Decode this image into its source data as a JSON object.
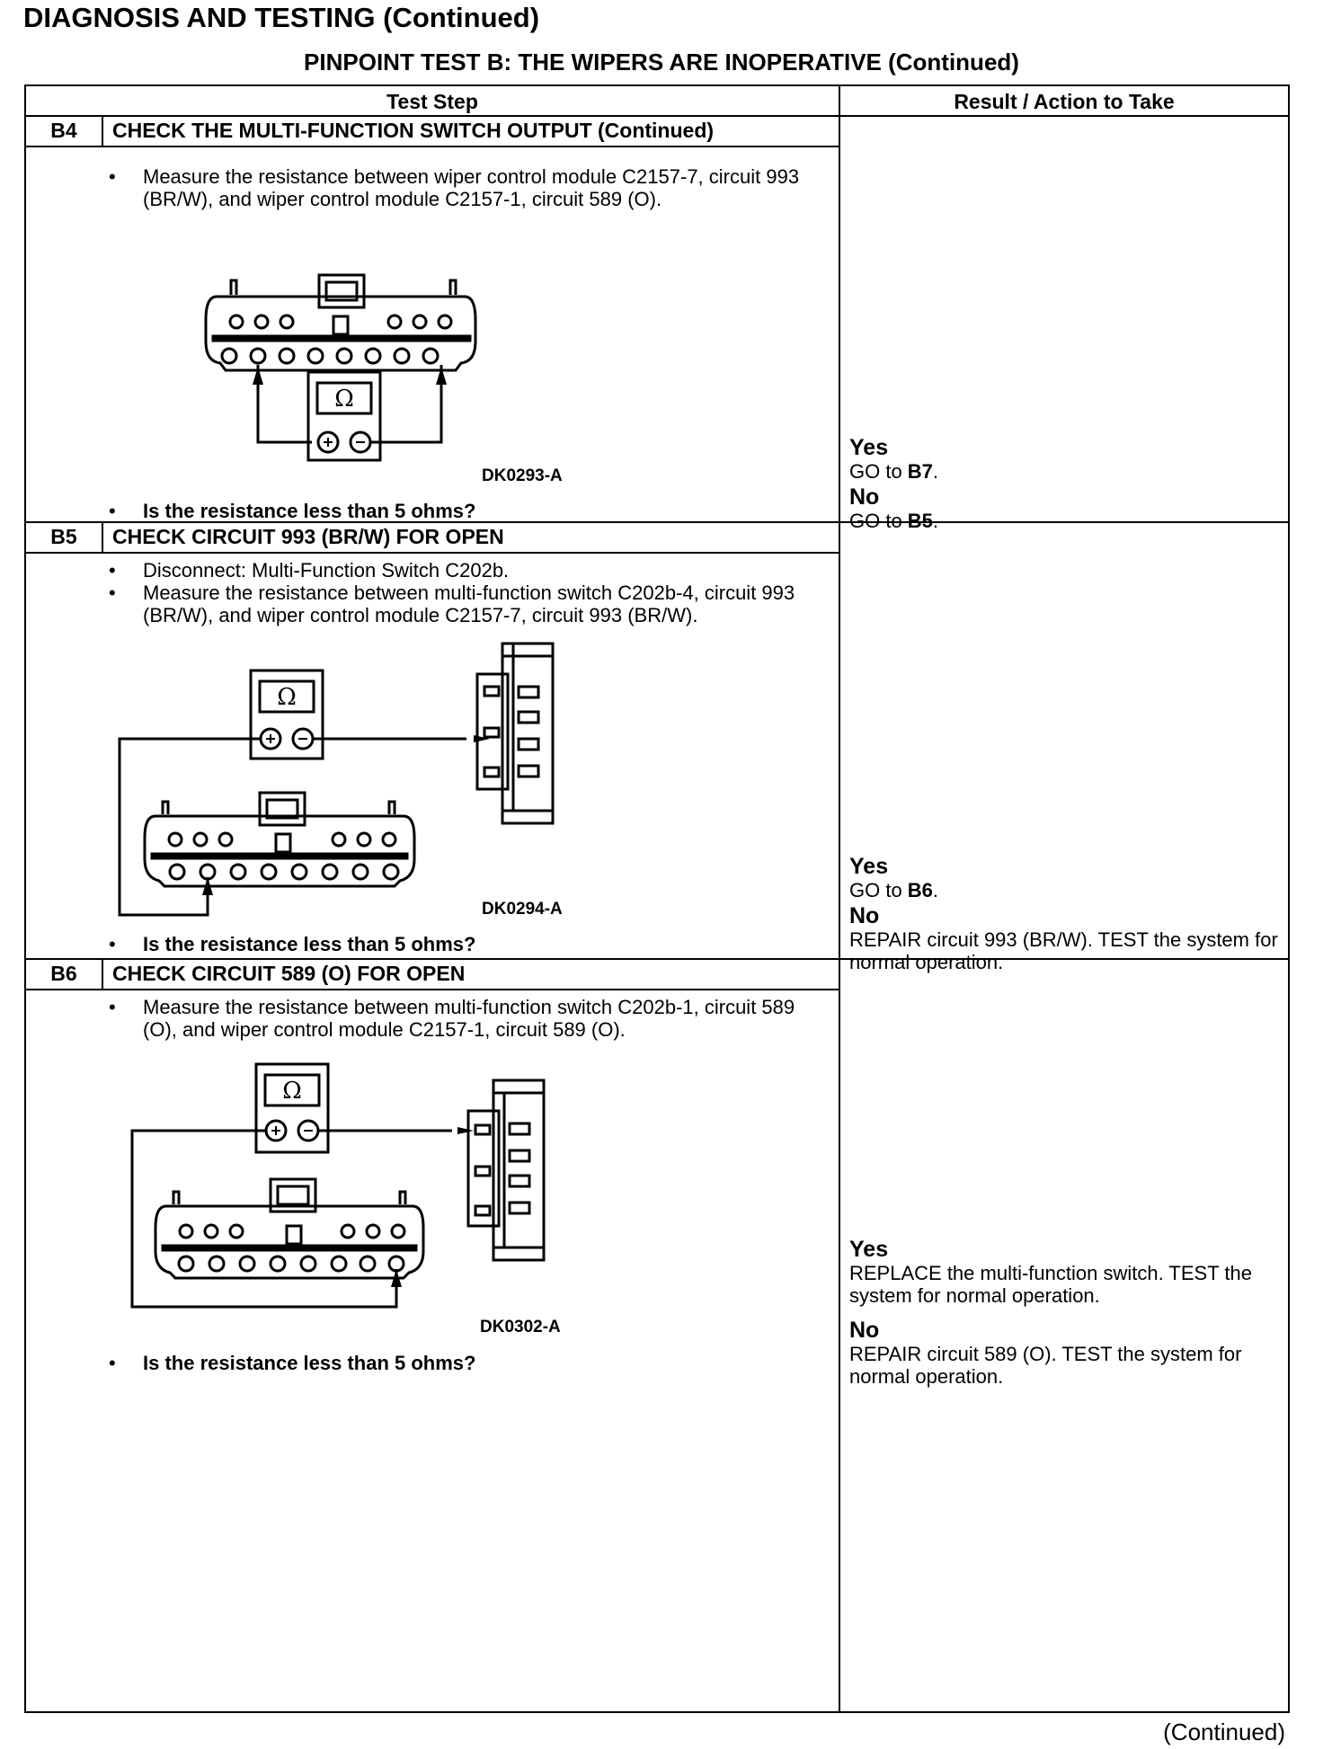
{
  "page": {
    "header": "DIAGNOSIS AND TESTING (Continued)",
    "subheader": "PINPOINT TEST  B: THE WIPERS ARE INOPERATIVE (Continued)",
    "footer": "(Continued)"
  },
  "table": {
    "col_test_step": "Test Step",
    "col_result": "Result / Action to Take"
  },
  "meter_symbol": "Ω",
  "steps": [
    {
      "id": "B4",
      "title": "CHECK THE MULTI-FUNCTION SWITCH OUTPUT (Continued)",
      "bullets": [
        "Measure the resistance between wiper control module C2157-7, circuit 993 (BR/W), and wiper control module C2157-1, circuit 589 (O)."
      ],
      "figure_id": "DK0293-A",
      "question": "Is the resistance less than 5 ohms?",
      "yes_label": "Yes",
      "yes_prefix": "GO to ",
      "yes_target": "B7",
      "yes_suffix": ".",
      "no_label": "No",
      "no_prefix": "GO to ",
      "no_target": "B5",
      "no_suffix": "."
    },
    {
      "id": "B5",
      "title": "CHECK CIRCUIT 993 (BR/W) FOR OPEN",
      "bullets": [
        "Disconnect: Multi-Function Switch C202b.",
        "Measure the resistance between multi-function switch C202b-4, circuit 993 (BR/W), and wiper control module C2157-7, circuit 993 (BR/W)."
      ],
      "figure_id": "DK0294-A",
      "question": "Is the resistance less than 5 ohms?",
      "yes_label": "Yes",
      "yes_prefix": "GO to ",
      "yes_target": "B6",
      "yes_suffix": ".",
      "no_label": "No",
      "no_text": "REPAIR circuit 993 (BR/W). TEST the system for normal operation."
    },
    {
      "id": "B6",
      "title": "CHECK CIRCUIT 589 (O) FOR OPEN",
      "bullets": [
        "Measure the resistance between multi-function switch C202b-1, circuit 589 (O), and wiper control module C2157-1, circuit 589 (O)."
      ],
      "figure_id": "DK0302-A",
      "question": "Is the resistance less than 5 ohms?",
      "yes_label": "Yes",
      "yes_text": "REPLACE the multi-function switch. TEST the system for normal operation.",
      "no_label": "No",
      "no_text": "REPAIR circuit 589 (O). TEST the system for normal operation."
    }
  ]
}
